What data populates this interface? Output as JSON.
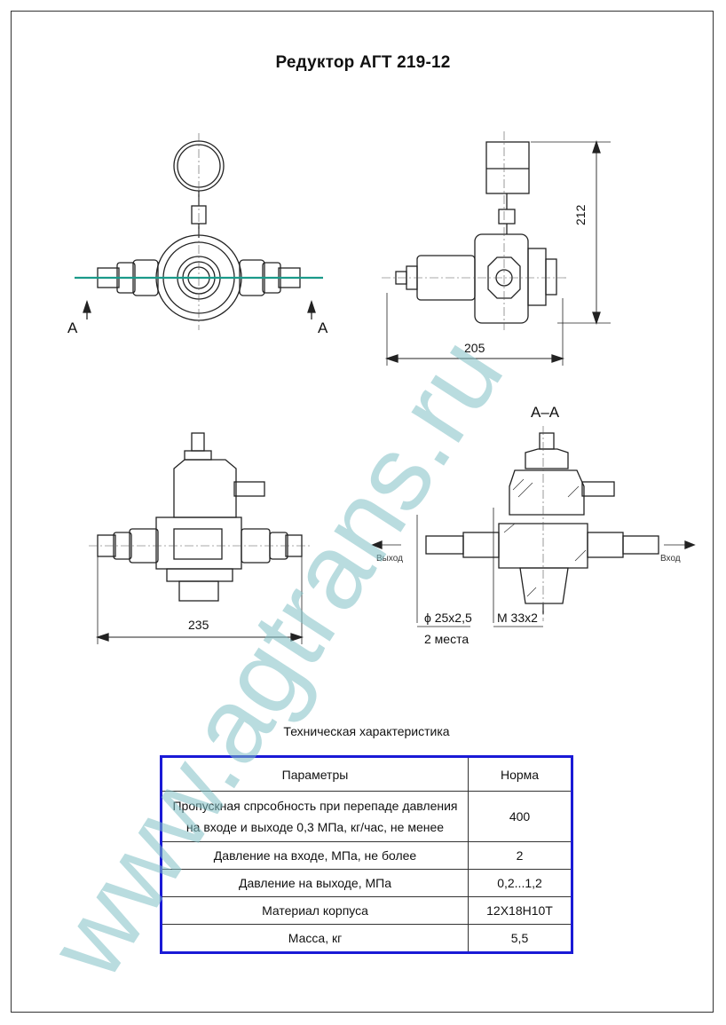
{
  "title": "Редуктор АГТ 219-12",
  "views": {
    "section_label_left": "А",
    "section_label_right": "А",
    "section_title": "А–А",
    "dim_side_height": "212",
    "dim_side_width": "205",
    "dim_bottom_width": "235",
    "label_outlet": "Выход",
    "label_inlet": "Вход",
    "dim_pipe": "ϕ 25х2,5",
    "dim_pipe_count": "2 места",
    "dim_thread": "М 33х2"
  },
  "spec_table": {
    "caption": "Техническая характеристика",
    "header_param": "Параметры",
    "header_value": "Норма",
    "rows": [
      {
        "param_line1": "Пропускная спрсобность при перепаде давления",
        "param_line2": "на входе и выходе 0,3 МПа, кг/час, не менее",
        "value": "400"
      },
      {
        "param": "Давление на входе, МПа, не более",
        "value": "2"
      },
      {
        "param": "Давление на выходе, МПа",
        "value": "0,2...1,2"
      },
      {
        "param": "Материал корпуса",
        "value": "12Х18Н10Т"
      },
      {
        "param": "Масса, кг",
        "value": "5,5"
      }
    ]
  },
  "watermark": "www.agtrans.ru",
  "colors": {
    "table_border": "#1a1ad6",
    "watermark": "#7fbfc4",
    "section_line": "#1a9a8a"
  }
}
